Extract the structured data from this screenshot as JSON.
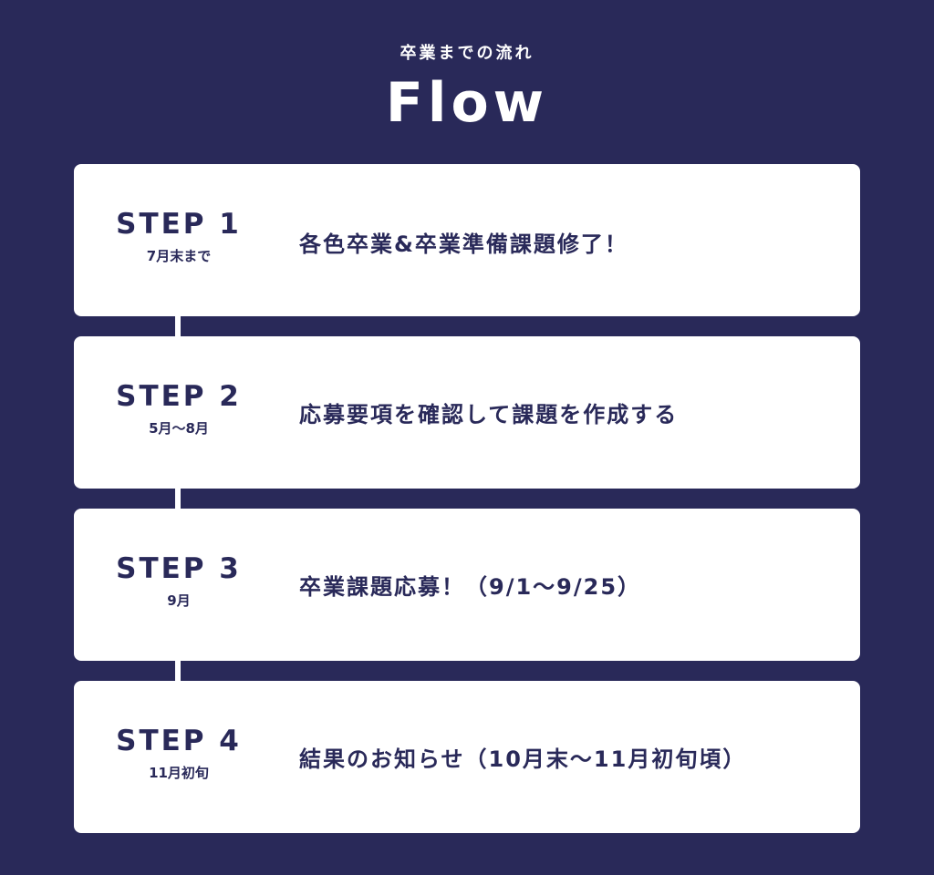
{
  "header": {
    "subtitle": "卒業までの流れ",
    "title": "Flow"
  },
  "steps": [
    {
      "label": "STEP 1",
      "date": "7月末まで",
      "text": "各色卒業&卒業準備課題修了！"
    },
    {
      "label": "STEP 2",
      "date": "5月〜8月",
      "text": "応募要項を確認して課題を作成する"
    },
    {
      "label": "STEP 3",
      "date": "9月",
      "text": "卒業課題応募！（9/1〜9/25）"
    },
    {
      "label": "STEP 4",
      "date": "11月初旬",
      "text": "結果のお知らせ（10月末〜11月初旬頃）"
    }
  ]
}
